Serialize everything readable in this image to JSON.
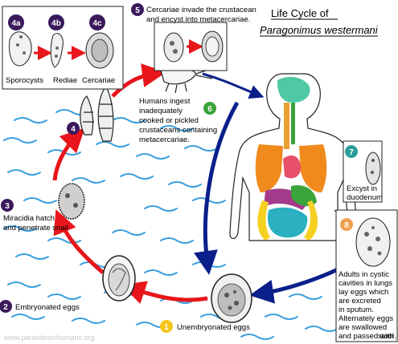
{
  "title": {
    "line1": "Life Cycle of",
    "line2": "Paragonimus westermani"
  },
  "stages": {
    "s1": {
      "num": "1",
      "text": [
        "Unembryonated eggs"
      ],
      "color": "#f5c518"
    },
    "s2": {
      "num": "2",
      "text": [
        "Embryonated eggs"
      ],
      "color": "#3b1a5c"
    },
    "s3": {
      "num": "3",
      "text": [
        "Miracidia hatch",
        "and penetrate snail"
      ],
      "color": "#3b1a5c"
    },
    "s4": {
      "num": "4",
      "text": [],
      "color": "#3b1a5c"
    },
    "s4a": {
      "num": "4a",
      "text": [
        "Sporocysts"
      ],
      "color": "#3b1a5c"
    },
    "s4b": {
      "num": "4b",
      "text": [
        "Rediae"
      ],
      "color": "#3b1a5c"
    },
    "s4c": {
      "num": "4c",
      "text": [
        "Cercariae"
      ],
      "color": "#3b1a5c"
    },
    "s5": {
      "num": "5",
      "text": [
        "Cercariae invade the crustacean",
        "and encyst into metacercariae."
      ],
      "color": "#3b1a5c"
    },
    "s6": {
      "num": "6",
      "text": [
        "Humans ingest",
        "inadequately",
        "cooked or pickled",
        "crustaceans containing",
        "metacercariae."
      ],
      "color": "#3aa33a"
    },
    "s7": {
      "num": "7",
      "text": [
        "Excyst in",
        "duodenum"
      ],
      "color": "#2a9d9a"
    },
    "s8": {
      "num": "8",
      "text": [
        "Adults in cystic",
        "cavities in lungs",
        "lay eggs which",
        "are excreted",
        "in sputum.",
        "Alternately eggs",
        "are swallowed",
        "and passed with",
        "stool."
      ],
      "color": "#f0a050"
    }
  },
  "watermark": "www.parasitesinhumans.org",
  "colors": {
    "environment_arrow": "#e8151b",
    "human_arrow": "#0b1f8a",
    "water": "#3a9fe0"
  }
}
